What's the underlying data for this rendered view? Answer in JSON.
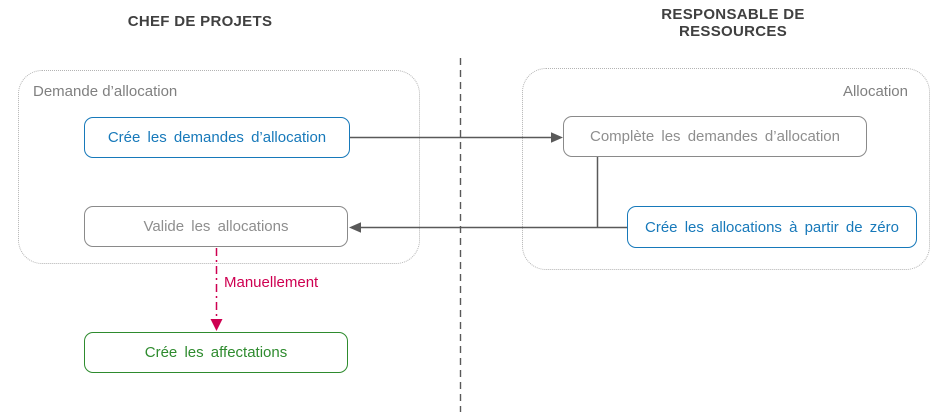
{
  "colors": {
    "node_blue": "#1779BA",
    "node_gray_border": "#8A8A8A",
    "node_gray_text": "#8E8E8E",
    "node_green": "#2E8B2E",
    "manual_pink": "#CE0051",
    "arrow_gray": "#595959",
    "header_text": "#404040",
    "container_border": "#B3B3B3",
    "container_label": "#808080"
  },
  "lanes": {
    "left": {
      "title": "CHEF DE PROJETS"
    },
    "right": {
      "title_line1": "RESPONSABLE DE",
      "title_line2": "RESSOURCES"
    }
  },
  "containers": {
    "demande": {
      "label": "Demande d’allocation"
    },
    "allocation": {
      "label": "Allocation"
    }
  },
  "nodes": {
    "cree_demandes": {
      "label": "Crée les demandes d’allocation",
      "style": "blue"
    },
    "complete_demandes": {
      "label": "Complète les demandes d’allocation",
      "style": "gray"
    },
    "valide_allocations": {
      "label": "Valide les allocations",
      "style": "gray"
    },
    "cree_allocations_zero": {
      "label": "Crée les allocations à partir de zéro",
      "style": "blue"
    },
    "cree_affectations": {
      "label": "Crée les affectations",
      "style": "green"
    }
  },
  "edges": {
    "manual_label": "Manuellement"
  }
}
